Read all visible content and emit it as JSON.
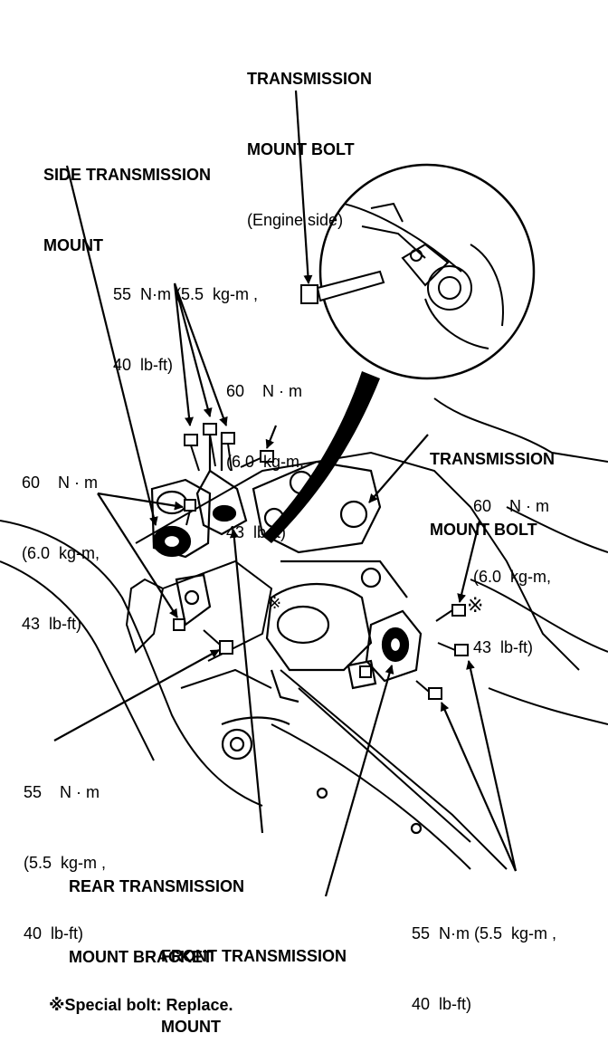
{
  "labels": {
    "trans_mount_bolt_top": {
      "line1": "TRANSMISSION",
      "line2": "MOUNT BOLT",
      "line3": "(Engine side)"
    },
    "side_mount": {
      "line1": "SIDE TRANSMISSION",
      "line2": "MOUNT"
    },
    "torque_55_top": {
      "line1": "55  N·m (5.5  kg-m ,",
      "line2": "40  lb-ft)"
    },
    "torque_60_center": {
      "line1": "60    N · m",
      "line2": "(6.0  kg-m,",
      "line3": "43  lb-ft)",
      "mark": "※"
    },
    "torque_60_left": {
      "line1": "60    N · m",
      "line2": "(6.0  kg-m,",
      "line3": "43  lb-ft)"
    },
    "trans_mount_bolt_right": {
      "line1": "TRANSMISSION",
      "line2": "MOUNT BOLT"
    },
    "torque_60_right": {
      "line1": "60    N · m",
      "line2": "(6.0  kg-m,",
      "line3": "43  lb-ft)"
    },
    "special_mark_right": "※",
    "torque_55_left": {
      "line1": "55    N · m",
      "line2": "(5.5  kg-m ,",
      "line3": "40  lb-ft)"
    },
    "rear_bracket": {
      "line1": "REAR TRANSMISSION",
      "line2": "MOUNT BRACKET"
    },
    "torque_55_bottom": {
      "line1": "55  N·m (5.5  kg-m ,",
      "line2": "40  lb-ft)"
    },
    "front_mount": {
      "line1": "FRONT TRANSMISSION",
      "line2": "MOUNT"
    },
    "footnote": "※Special bolt: Replace."
  }
}
